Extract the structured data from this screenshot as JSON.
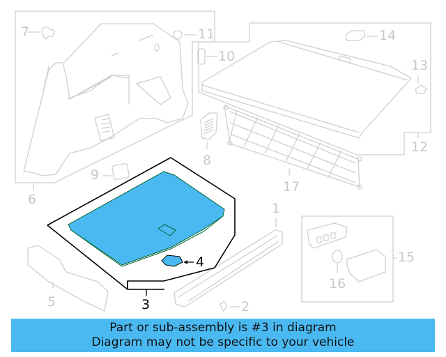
{
  "diagram": {
    "highlight_color": "#4ab9f2",
    "line_color": "#cfcfcf",
    "callouts": [
      {
        "id": "1",
        "label": "1"
      },
      {
        "id": "2",
        "label": "2"
      },
      {
        "id": "3",
        "label": "3"
      },
      {
        "id": "4",
        "label": "4"
      },
      {
        "id": "5",
        "label": "5"
      },
      {
        "id": "6",
        "label": "6"
      },
      {
        "id": "7",
        "label": "7"
      },
      {
        "id": "8",
        "label": "8"
      },
      {
        "id": "9",
        "label": "9"
      },
      {
        "id": "10",
        "label": "10"
      },
      {
        "id": "11",
        "label": "11"
      },
      {
        "id": "12",
        "label": "12"
      },
      {
        "id": "13",
        "label": "13"
      },
      {
        "id": "14",
        "label": "14"
      },
      {
        "id": "15",
        "label": "15"
      },
      {
        "id": "16",
        "label": "16"
      },
      {
        "id": "17",
        "label": "17"
      }
    ],
    "highlighted_part": "3"
  },
  "banner": {
    "line1": "Part or sub-assembly is #3 in diagram",
    "line2": "Diagram may not be specific to your vehicle",
    "background": "#4ab9f2"
  }
}
